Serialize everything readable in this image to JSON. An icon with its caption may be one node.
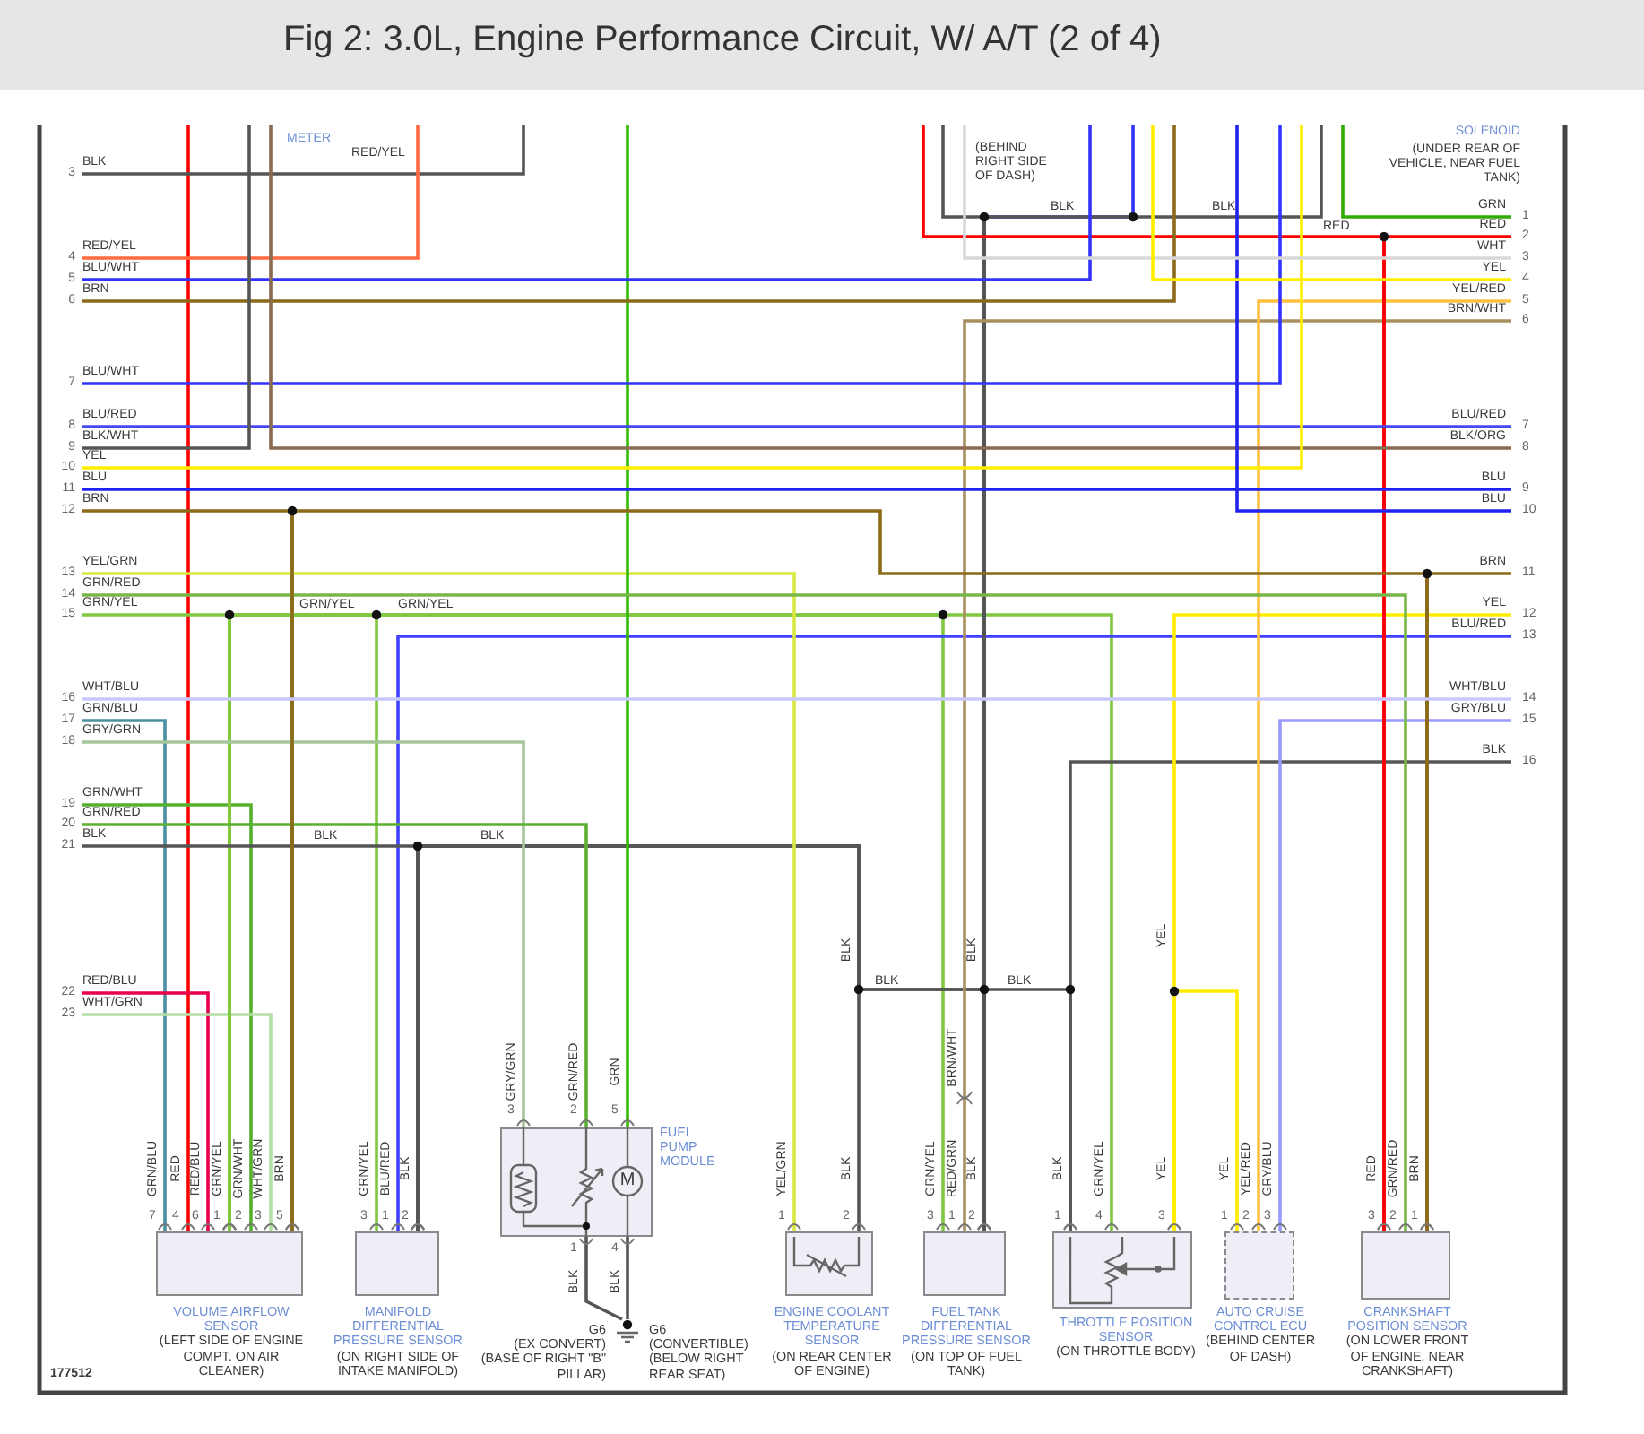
{
  "diagram": {
    "title": "Fig 2: 3.0L, Engine Performance Circuit, W/ A/T (2 of 4)",
    "nodes": [
      {
        "text": [
          "VOLUME AIRFLOW SENSOR",
          "(LEFT SIDE OF ENGINE COMPT. ON AIR CLEANER)"
        ]
      },
      {
        "text": [
          "MANIFOLD DIFFERENTIAL PRESSURE SENSOR",
          "(ON RIGHT SIDE OF INTAKE MANIFOLD)"
        ]
      },
      {
        "text": [
          "FUEL PUMP MODULE"
        ]
      },
      {
        "text": [
          "G6",
          "(EX CONVERT) (BASE OF RIGHT \"B\" PILLAR)",
          "G6",
          "(CONVERTIBLE) (BELOW RIGHT REAR SEAT)"
        ]
      },
      {
        "text": [
          "ENGINE COOLANT TEMPERATURE SENSOR",
          "(ON REAR CENTER OF ENGINE)"
        ]
      },
      {
        "text": [
          "FUEL TANK DIFFERENTIAL PRESSURE SENSOR",
          "(ON TOP OF FUEL TANK)"
        ]
      },
      {
        "text": [
          "THROTTLE POSITION SENSOR",
          "(ON THROTTLE BODY)"
        ]
      },
      {
        "text": [
          "AUTO CRUISE CONTROL ECU",
          "(BEHIND CENTER OF DASH)"
        ]
      },
      {
        "text": [
          "CRANKSHAFT POSITION SENSOR",
          "(ON LOWER FRONT OF ENGINE, NEAR CRANKSHAFT)"
        ]
      },
      {
        "text": [
          "3",
          "BLK"
        ]
      },
      {
        "text": [
          "4",
          "RED/YEL"
        ]
      },
      {
        "text": [
          "5",
          "BLU/WHT"
        ]
      },
      {
        "text": [
          "6",
          "BRN"
        ]
      },
      {
        "text": [
          "7",
          "BLU/WHT"
        ]
      },
      {
        "text": [
          "8",
          "BLU/RED"
        ]
      },
      {
        "text": [
          "9",
          "BLK/WHT"
        ]
      },
      {
        "text": [
          "10",
          "YEL"
        ]
      },
      {
        "text": [
          "11",
          "BLU"
        ]
      },
      {
        "text": [
          "12",
          "BRN"
        ]
      },
      {
        "text": [
          "13",
          "YEL/GRN"
        ]
      },
      {
        "text": [
          "14",
          "GRN/RED"
        ]
      },
      {
        "text": [
          "15",
          "GRN/YEL"
        ]
      },
      {
        "text": [
          "16",
          "WHT/BLU"
        ]
      },
      {
        "text": [
          "17",
          "GRN/BLU"
        ]
      },
      {
        "text": [
          "18",
          "GRY/GRN"
        ]
      },
      {
        "text": [
          "19",
          "GRN/WHT"
        ]
      },
      {
        "text": [
          "20",
          "GRN/RED"
        ]
      },
      {
        "text": [
          "21",
          "BLK"
        ]
      },
      {
        "text": [
          "22",
          "RED/BLU"
        ]
      },
      {
        "text": [
          "23",
          "WHT/GRN"
        ]
      },
      {
        "text": [
          "1",
          "GRN"
        ]
      },
      {
        "text": [
          "2",
          "RED"
        ]
      },
      {
        "text": [
          "3",
          "WHT"
        ]
      },
      {
        "text": [
          "4",
          "YEL"
        ]
      },
      {
        "text": [
          "5",
          "YEL/RED"
        ]
      },
      {
        "text": [
          "6",
          "BRN/WHT"
        ]
      },
      {
        "text": [
          "7",
          "BLU/RED"
        ]
      },
      {
        "text": [
          "8",
          "BLK/ORG"
        ]
      },
      {
        "text": [
          "9",
          "BLU"
        ]
      },
      {
        "text": [
          "10",
          "BLU"
        ]
      },
      {
        "text": [
          "11",
          "BRN"
        ]
      },
      {
        "text": [
          "12",
          "YEL"
        ]
      },
      {
        "text": [
          "13",
          "BLU/RED"
        ]
      },
      {
        "text": [
          "14",
          "WHT/BLU"
        ]
      },
      {
        "text": [
          "15",
          "GRY/BLU"
        ]
      },
      {
        "text": [
          "16",
          "BLK"
        ]
      }
    ],
    "edges": [
      {
        "from": 23,
        "to": 0,
        "arrow": "other",
        "color": "#4a90a0"
      },
      {
        "from": null,
        "to": 0,
        "arrow": "other",
        "color": "#ff0000"
      },
      {
        "from": 28,
        "to": 0,
        "arrow": "other",
        "color": "#e8004a"
      },
      {
        "from": 21,
        "to": 0,
        "arrow": "other",
        "color": "#80c840"
      },
      {
        "from": 25,
        "to": 0,
        "arrow": "other",
        "color": "#55b030"
      },
      {
        "from": 29,
        "to": 0,
        "arrow": "other",
        "color": "#b5dfa5"
      },
      {
        "from": 18,
        "to": 0,
        "arrow": "other",
        "color": "#8b6a1a"
      },
      {
        "from": 0,
        "to": 1,
        "arrow": "other",
        "color": "#80c840"
      },
      {
        "from": 0,
        "to": 5,
        "arrow": "other",
        "color": "#80c840"
      },
      {
        "from": 0,
        "to": 6,
        "arrow": "other",
        "color": "#80c840"
      },
      {
        "from": 42,
        "to": 1,
        "arrow": "other",
        "color": "#4040ff"
      },
      {
        "from": 27,
        "to": 1,
        "arrow": "other"
      },
      {
        "from": 1,
        "to": 4,
        "arrow": "other"
      },
      {
        "from": 1,
        "to": 5,
        "arrow": "other"
      },
      {
        "from": 1,
        "to": 6,
        "arrow": "other"
      },
      {
        "from": null,
        "to": 5,
        "arrow": "other",
        "color": "#3333ff"
      },
      {
        "from": null,
        "to": 5,
        "arrow": "other"
      },
      {
        "from": null,
        "to": 5,
        "arrow": "other"
      },
      {
        "from": 45,
        "to": 6,
        "arrow": "other"
      },
      {
        "from": 19,
        "to": 4,
        "arrow": "other",
        "color": "#d8e840"
      },
      {
        "from": 24,
        "to": 2,
        "arrow": "other",
        "color": "#a5c59a"
      },
      {
        "from": 26,
        "to": 2,
        "arrow": "other",
        "color": "#5cb030"
      },
      {
        "from": null,
        "to": 2,
        "arrow": "other",
        "color": "#33bb00"
      },
      {
        "from": 3,
        "to": 2,
        "arrow": "other"
      },
      {
        "from": 3,
        "to": 2,
        "arrow": "other"
      },
      {
        "from": 35,
        "to": 5,
        "arrow": "other",
        "color": "#a89060"
      },
      {
        "from": 41,
        "to": 6,
        "arrow": "other",
        "color": "#ffee00"
      },
      {
        "from": 6,
        "to": 7,
        "arrow": "other",
        "color": "#ffee00"
      },
      {
        "from": 34,
        "to": 7,
        "arrow": "other",
        "color": "#ffc040"
      },
      {
        "from": 44,
        "to": 7,
        "arrow": "other",
        "color": "#9a9aff"
      },
      {
        "from": 31,
        "to": 8,
        "arrow": "other",
        "color": "#ff0000"
      },
      {
        "from": null,
        "to": 8,
        "arrow": "other",
        "color": "#ff0000"
      },
      {
        "from": 20,
        "to": 8,
        "arrow": "other",
        "color": "#78b848"
      },
      {
        "from": 0,
        "to": 8,
        "arrow": "other",
        "color": "#8b6a1a"
      },
      {
        "from": 40,
        "to": 8,
        "arrow": "other",
        "color": "#8b6a1a"
      },
      {
        "from": null,
        "to": 9,
        "arrow": "none"
      },
      {
        "from": null,
        "to": 10,
        "arrow": "none",
        "color": "#ff6a40"
      },
      {
        "from": null,
        "to": 11,
        "arrow": "none",
        "color": "#3333ff"
      },
      {
        "from": null,
        "to": 12,
        "arrow": "none",
        "color": "#8b6a1a"
      },
      {
        "from": null,
        "to": 13,
        "arrow": "none",
        "color": "#3333ff"
      },
      {
        "from": 14,
        "to": 36,
        "arrow": "none",
        "color": "#4848f0"
      },
      {
        "from": null,
        "to": 15,
        "arrow": "none"
      },
      {
        "from": null,
        "to": 37,
        "arrow": "none",
        "color": "#8a6a50"
      },
      {
        "from": null,
        "to": 16,
        "arrow": "none",
        "color": "#ffee00"
      },
      {
        "from": 17,
        "to": 38,
        "arrow": "none",
        "color": "#2222ee"
      },
      {
        "from": null,
        "to": 39,
        "arrow": "none",
        "color": "#2222ee"
      },
      {
        "from": 22,
        "to": 43,
        "arrow": "none",
        "color": "#c8c8ff"
      },
      {
        "from": null,
        "to": 30,
        "arrow": "none",
        "color": "#33aa00"
      },
      {
        "from": null,
        "to": 32,
        "arrow": "none",
        "color": "#d8d8d8"
      },
      {
        "from": null,
        "to": 33,
        "arrow": "none",
        "color": "#ffee00"
      }
    ],
    "labels": [
      "METER",
      "RED/YEL",
      "(BEHIND RIGHT SIDE OF DASH)",
      "SOLENOID",
      "(UNDER REAR OF VEHICLE, NEAR FUEL TANK)",
      "BLK",
      "BLK",
      "RED",
      "GRN/YEL",
      "GRN/YEL",
      "BLK",
      "BLK",
      "BLK",
      "BLK",
      "YEL",
      "BLK",
      "BLK",
      "GRN/BLU",
      "RED",
      "RED/BLU",
      "GRN/YEL",
      "GRN/WHT",
      "WHT/GRN",
      "BRN",
      "7",
      "4",
      "6",
      "1",
      "2",
      "3",
      "5",
      "GRN/YEL",
      "BLU/RED",
      "BLK",
      "3",
      "1",
      "2",
      "GRY/GRN",
      "GRN/RED",
      "GRN",
      "3",
      "2",
      "5",
      "1",
      "4",
      "BLK",
      "BLK",
      "M",
      "YEL/GRN",
      "BLK",
      "1",
      "2",
      "BRN/WHT",
      "GRN/YEL",
      "RED/GRN",
      "BLK",
      "3",
      "1",
      "2",
      "BLK",
      "GRN/YEL",
      "YEL",
      "1",
      "4",
      "3",
      "YEL",
      "YEL/RED",
      "GRY/BLU",
      "1",
      "2",
      "3",
      "RED",
      "GRN/RED",
      "BRN",
      "3",
      "2",
      "1",
      "177512"
    ]
  }
}
